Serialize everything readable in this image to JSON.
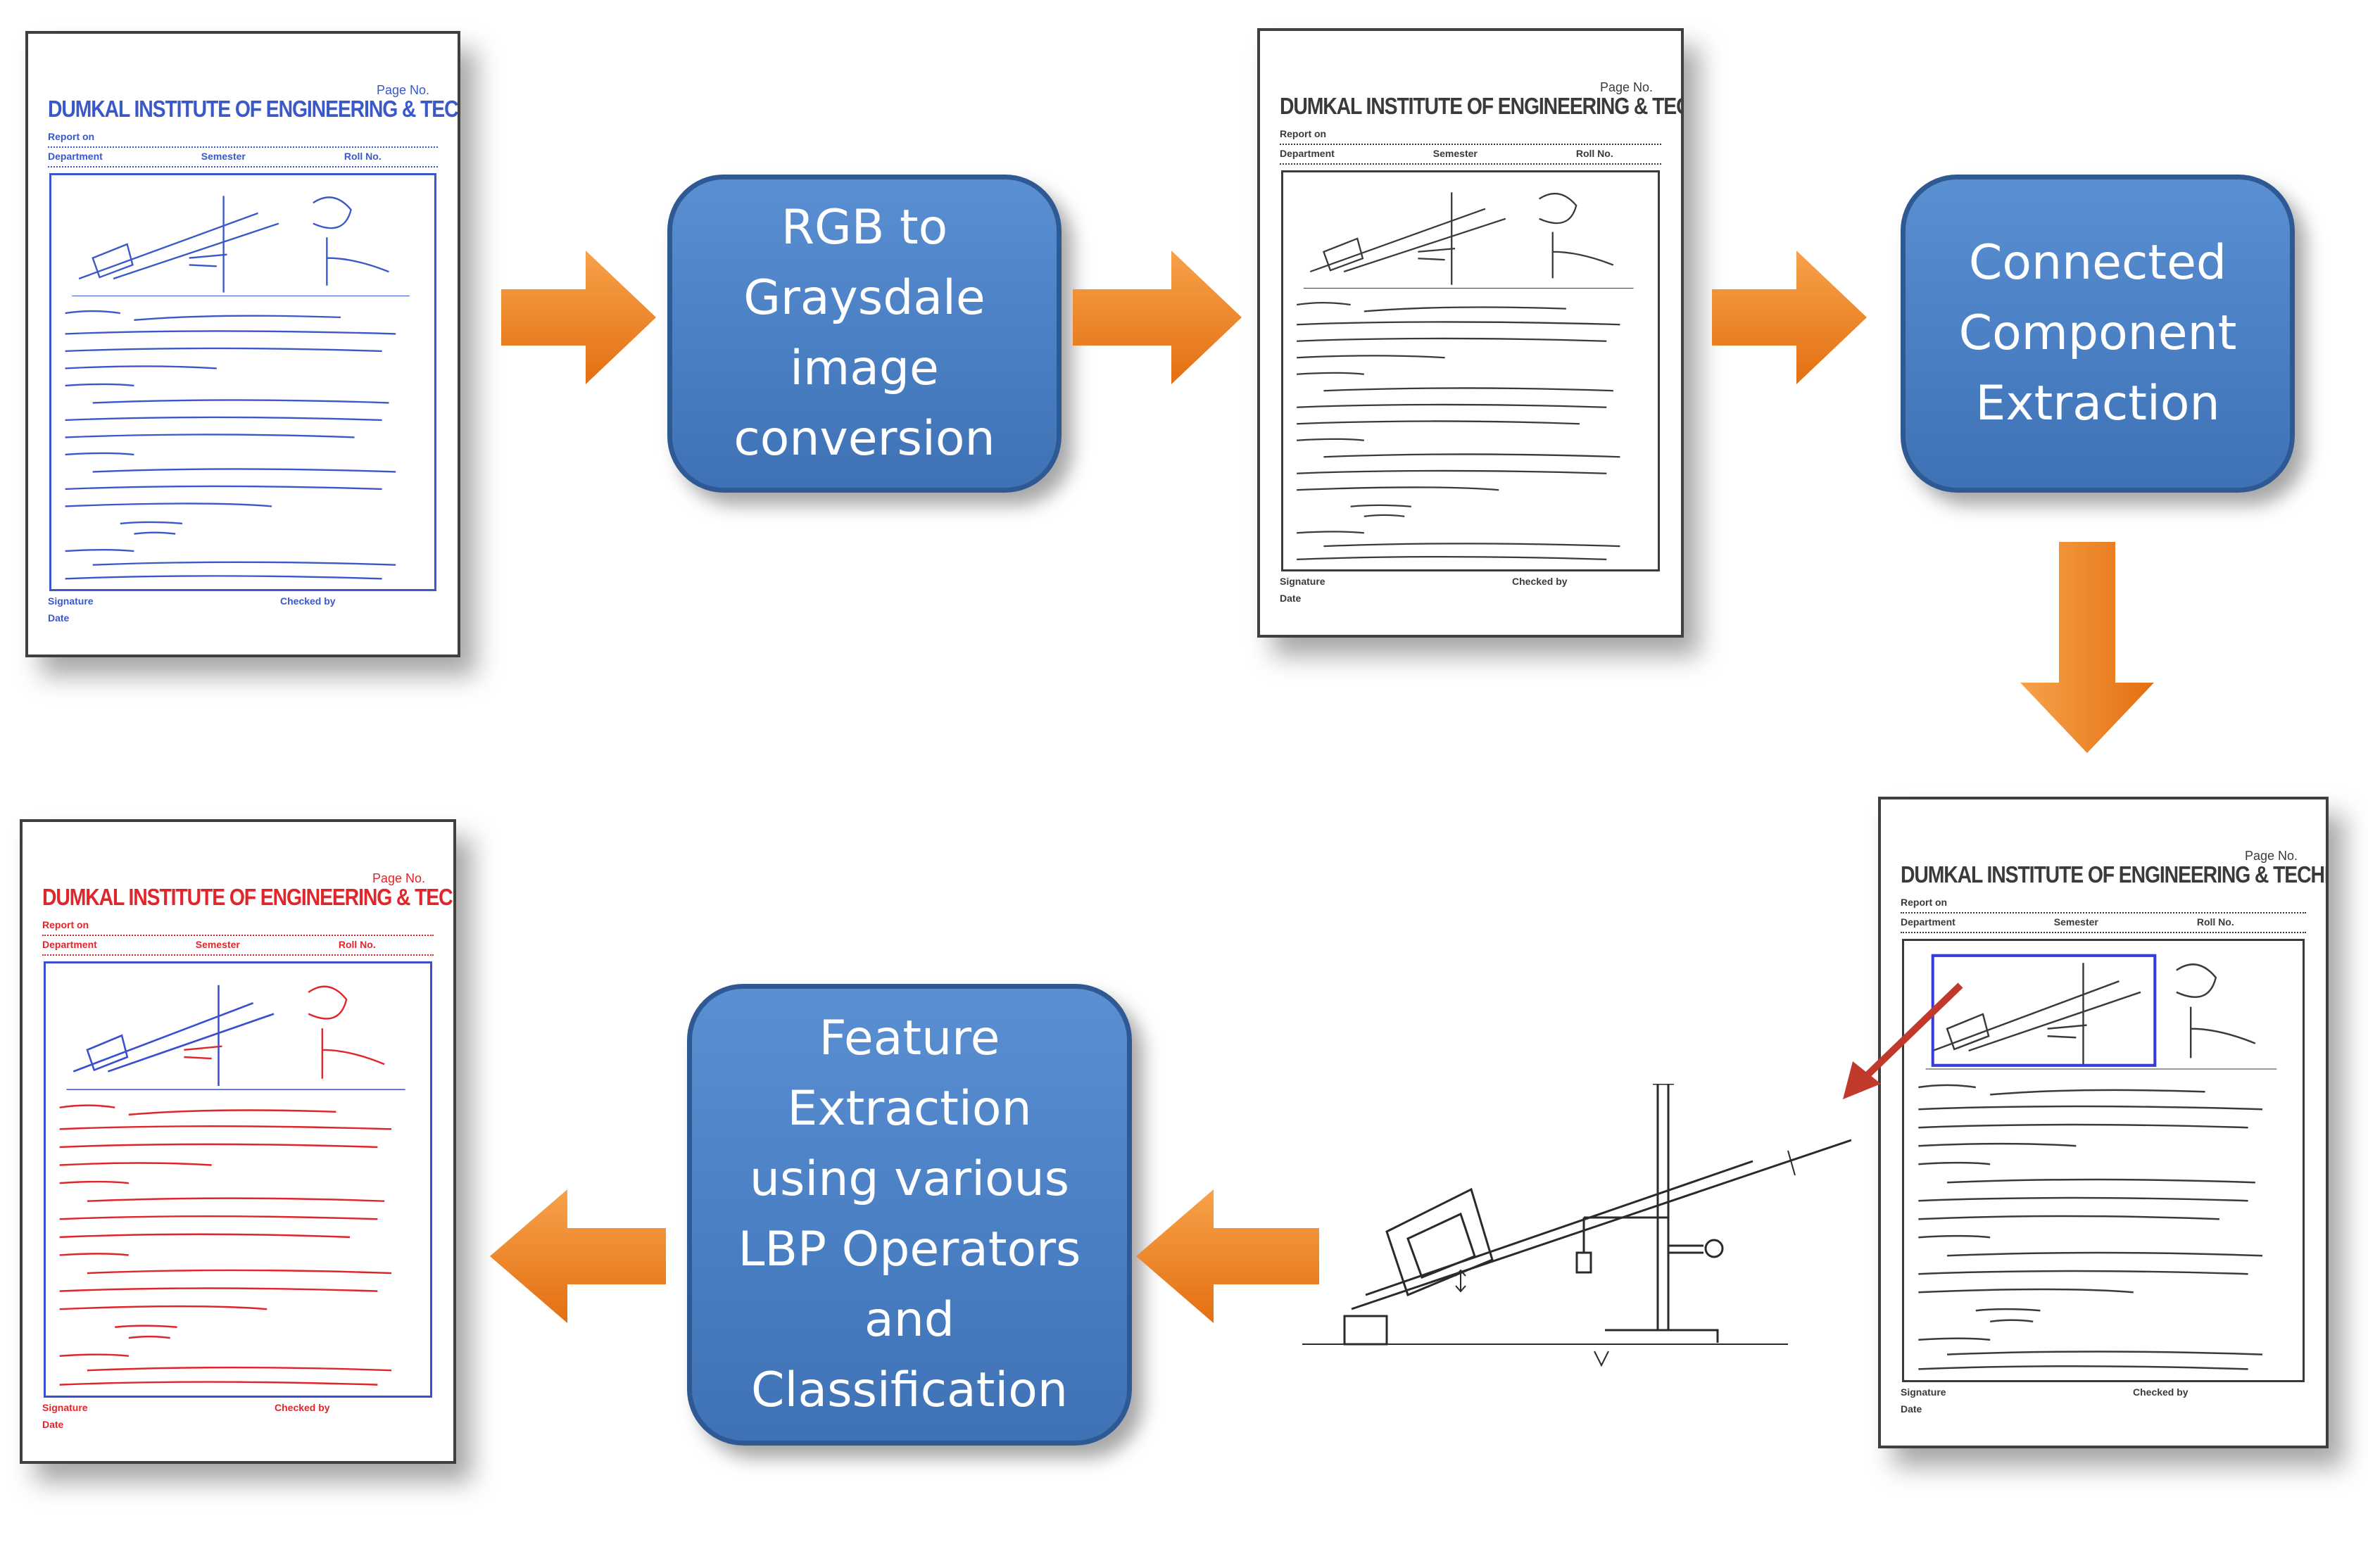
{
  "document": {
    "page_no": "Page No.",
    "institute": "DUMKAL INSTITUTE OF ENGINEERING & TECHNOLOGY",
    "report_on": "Report on",
    "department": "Department",
    "semester": "Semester",
    "roll_no": "Roll No.",
    "signature": "Signature",
    "checked_by": "Checked by",
    "date": "Date"
  },
  "steps": {
    "rgb_to_gray": "RGB to\nGraysdale\nimage\nconversion",
    "connected_component": "Connected\nComponent\nExtraction",
    "feature_extraction": "Feature\nExtraction\nusing various\nLBP Operators\nand\nClassification"
  },
  "colors": {
    "box_fill": "#4a7fc3",
    "box_border": "#2f5993",
    "arrow": "#f0831f",
    "doc_blue": "#3a58c8",
    "doc_red": "#e0252b",
    "selection_box": "#3a3ad8",
    "pointer_arrow": "#c0392b"
  },
  "icons": {
    "flow_arrow": "orange-block-arrow",
    "pointer": "red-diagonal-arrow"
  }
}
